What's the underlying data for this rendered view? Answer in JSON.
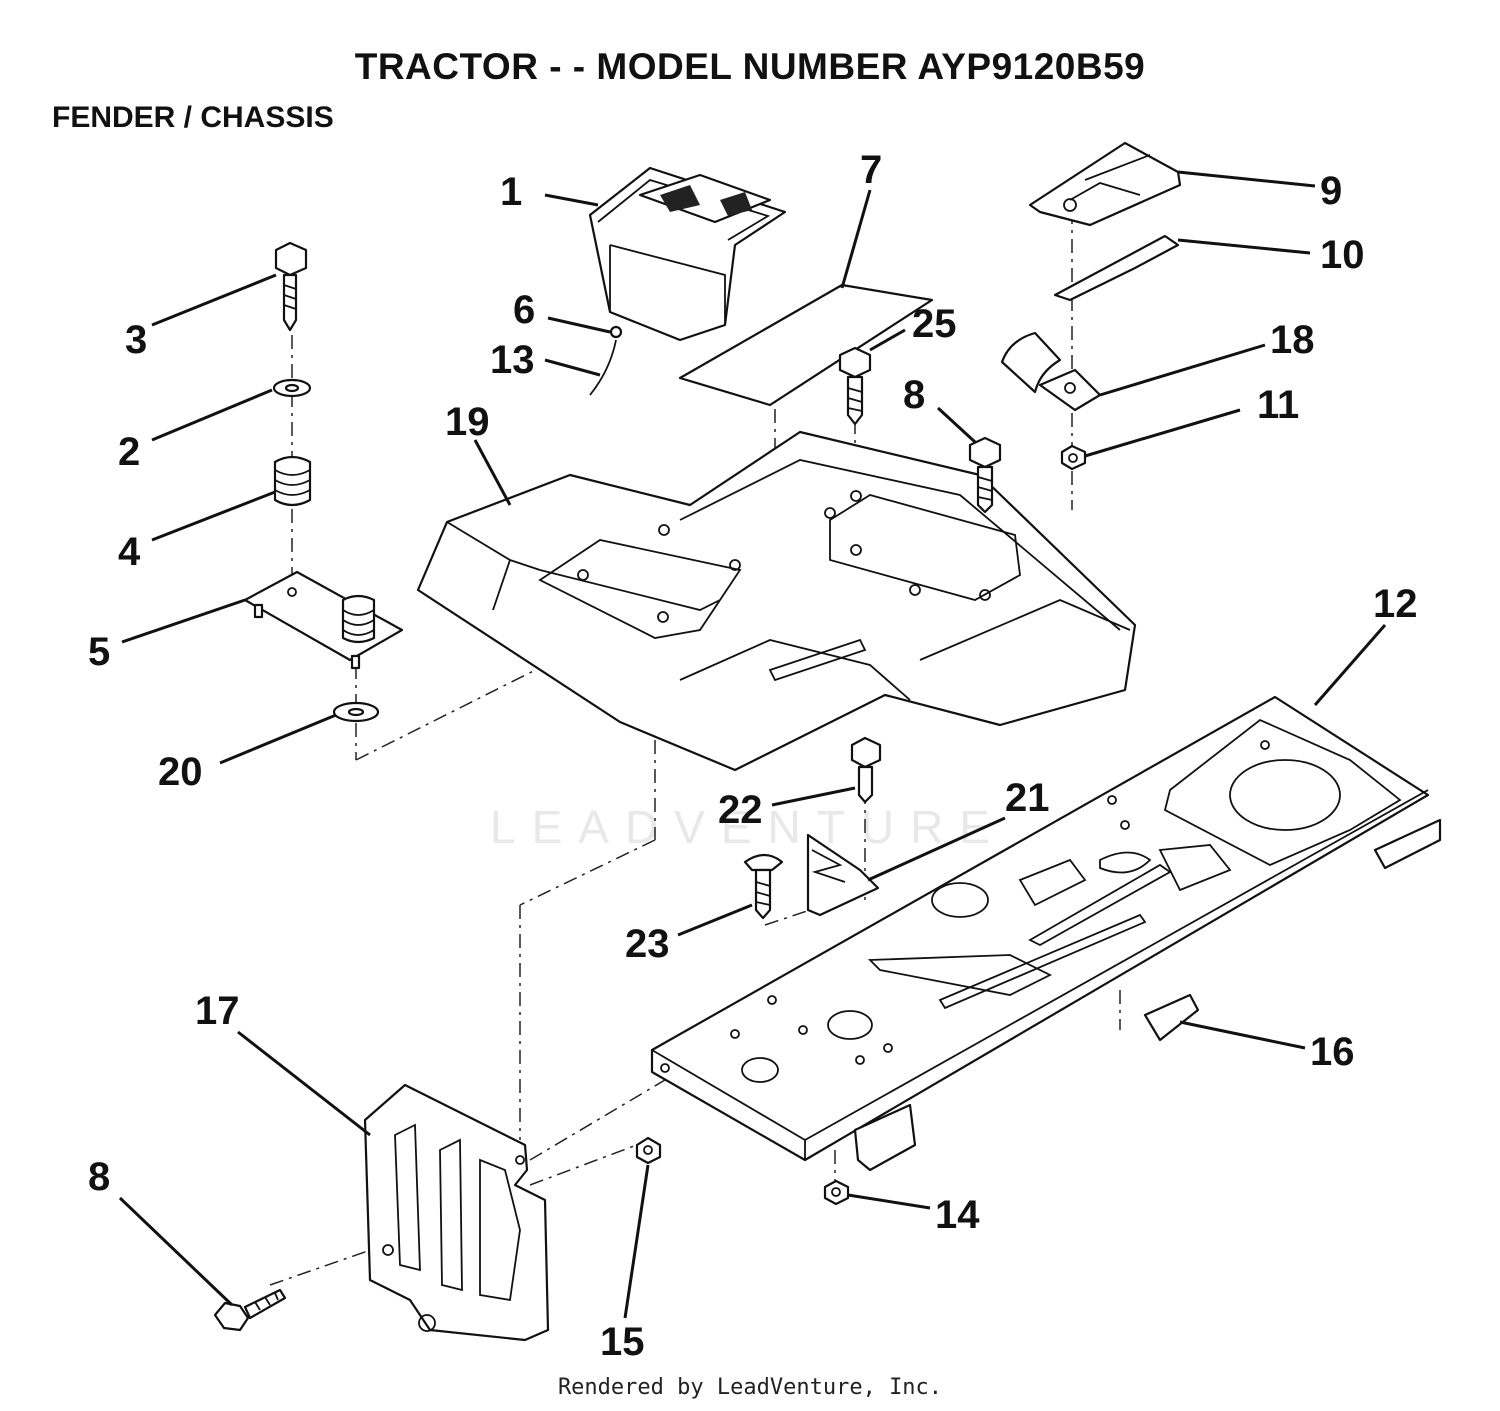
{
  "header": {
    "title": "TRACTOR - - MODEL NUMBER AYP9120B59",
    "section": "FENDER / CHASSIS"
  },
  "footer": {
    "credit": "Rendered by LeadVenture, Inc."
  },
  "watermark": {
    "text": "LEADVENTURE"
  },
  "callouts": [
    "1",
    "2",
    "3",
    "4",
    "5",
    "6",
    "7",
    "8",
    "8",
    "9",
    "10",
    "11",
    "12",
    "13",
    "14",
    "15",
    "16",
    "17",
    "18",
    "19",
    "20",
    "21",
    "22",
    "23",
    "25"
  ]
}
